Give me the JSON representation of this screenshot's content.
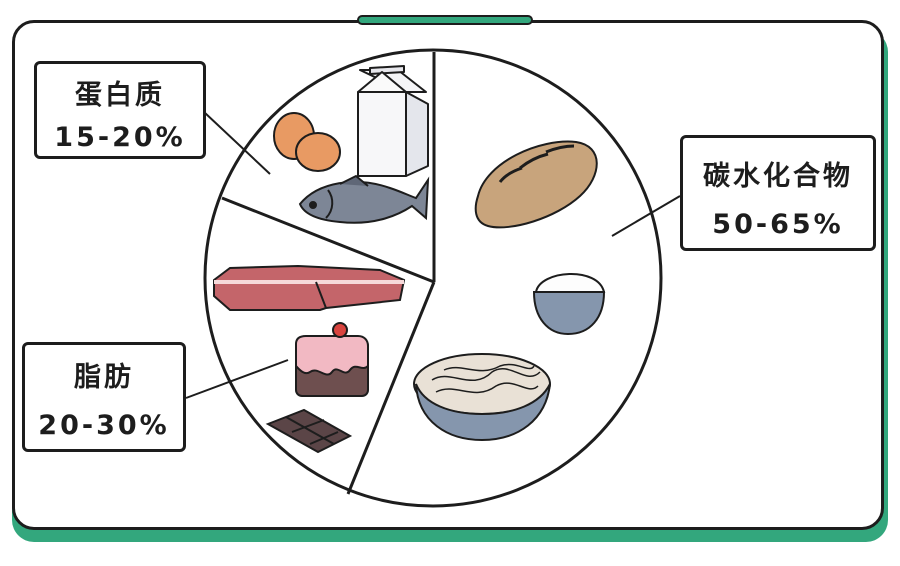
{
  "labels": {
    "protein": {
      "name": "蛋白质",
      "range": "15-20%"
    },
    "carbohydrate": {
      "name": "碳水化合物",
      "range": "50-65%"
    },
    "fat": {
      "name": "脂肪",
      "range": "20-30%"
    }
  },
  "colors": {
    "accent": "#33a77d",
    "outline": "#1d1d1d",
    "bread": "#c8a47c",
    "bowl": "#8596ad",
    "egg": "#e89a63",
    "fish": "#7d8696",
    "meat": "#c4656a",
    "chocolate": "#5b4547",
    "strawberry": "#d9443f"
  },
  "icons": [
    "milk-carton-icon",
    "eggs-icon",
    "fish-icon",
    "bread-icon",
    "rice-bowl-icon",
    "noodle-bowl-icon",
    "steak-icon",
    "cake-icon",
    "chocolate-icon"
  ]
}
